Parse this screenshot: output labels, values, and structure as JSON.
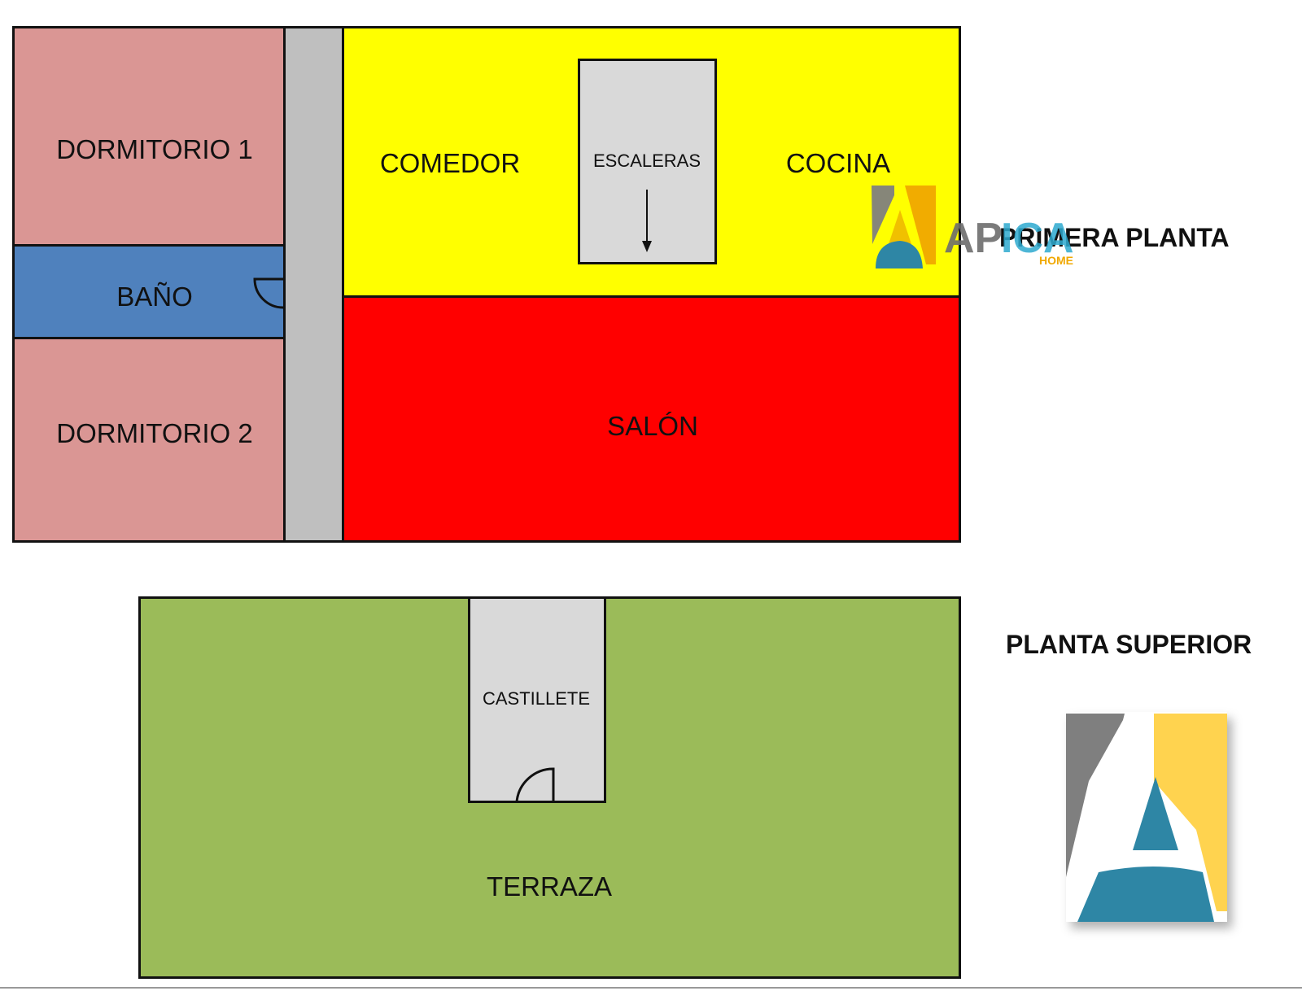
{
  "colors": {
    "dormitorio": "#da9694",
    "bano": "#4f81bd",
    "pasillo": "#bfbfbf",
    "comedor_cocina": "#ffff00",
    "salon": "#ff0000",
    "terraza": "#9bbb59",
    "escaleras": "#d9d9d9",
    "logo_gray": "#7f7f7f",
    "logo_yellow": "#ffd34f",
    "logo_orange": "#f0a800",
    "logo_blue": "#2e86a5"
  },
  "plans": {
    "primera": {
      "title": "PRIMERA PLANTA",
      "rooms": {
        "dormitorio_1": "DORMITORIO 1",
        "bano": "BAÑO",
        "dormitorio_2": "DORMITORIO 2",
        "comedor": "COMEDOR",
        "escaleras": "ESCALERAS",
        "cocina": "COCINA",
        "salon": "SALÓN"
      }
    },
    "superior": {
      "title": "PLANTA SUPERIOR",
      "rooms": {
        "castillete": "CASTILLETE",
        "terraza": "TERRAZA"
      }
    }
  },
  "watermark": {
    "brand": "APICA",
    "sub": "HOME"
  }
}
